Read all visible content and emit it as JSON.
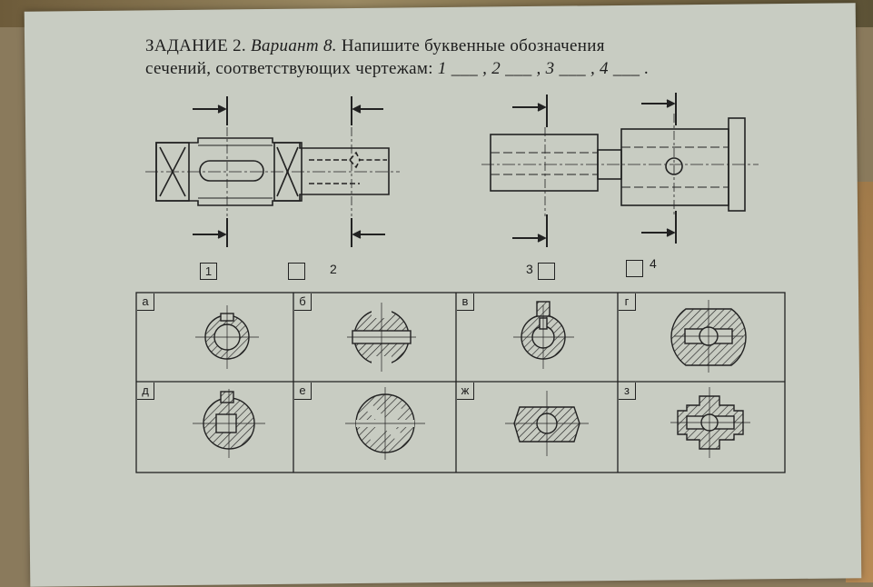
{
  "task": {
    "heading": "ЗАДАНИЕ 2.",
    "variant": "Вариант 8.",
    "line1_rest": "Напишите буквенные обозначения",
    "line2": "сечений, соответствующих чертежам:",
    "blanks": "1 ___ , 2 ___ , 3 ___ , 4 ___ ."
  },
  "answer_boxes": [
    {
      "number": "1",
      "box_text": "1",
      "label": ""
    },
    {
      "number": "2",
      "box_text": "",
      "label": "2"
    },
    {
      "number": "3",
      "box_text": "",
      "label": "3"
    },
    {
      "number": "4",
      "box_text": "",
      "label": "4"
    }
  ],
  "sections": [
    {
      "letter": "а"
    },
    {
      "letter": "б"
    },
    {
      "letter": "в"
    },
    {
      "letter": "г"
    },
    {
      "letter": "д"
    },
    {
      "letter": "е"
    },
    {
      "letter": "ж"
    },
    {
      "letter": "з"
    }
  ],
  "colors": {
    "paper": "#c8ccc2",
    "ink": "#1d1d1d",
    "background": "#8a7a5c"
  }
}
